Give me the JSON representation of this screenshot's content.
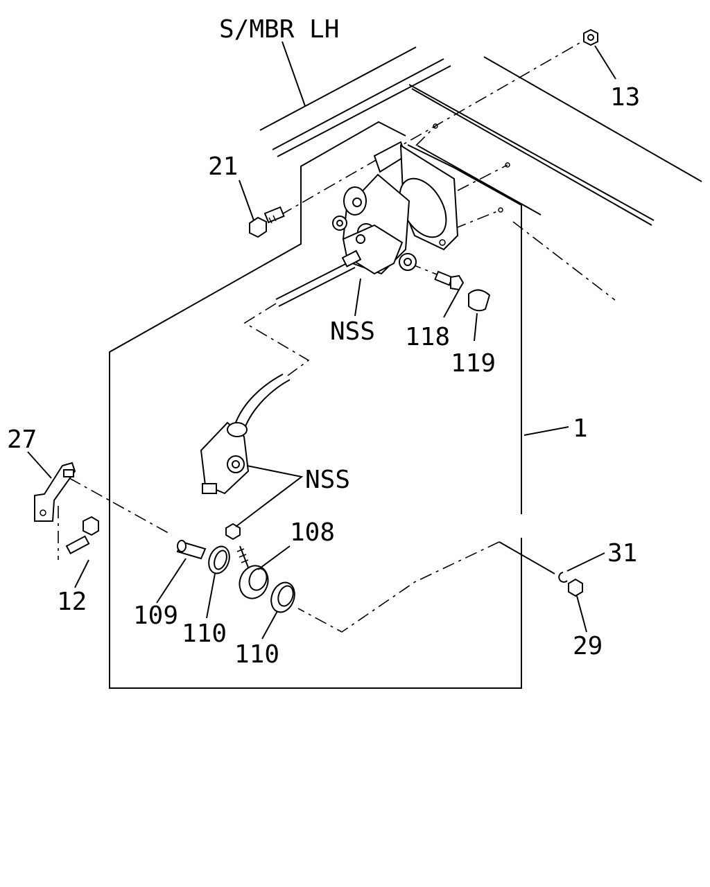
{
  "diagram": {
    "labels": {
      "frame": "S/MBR LH",
      "p13": "13",
      "p21": "21",
      "nss_top": "NSS",
      "p118": "118",
      "p119": "119",
      "p1": "1",
      "p27": "27",
      "nss_mid": "NSS",
      "p108": "108",
      "p31": "31",
      "p12": "12",
      "p109": "109",
      "p110a": "110",
      "p110b": "110",
      "p29": "29"
    }
  }
}
